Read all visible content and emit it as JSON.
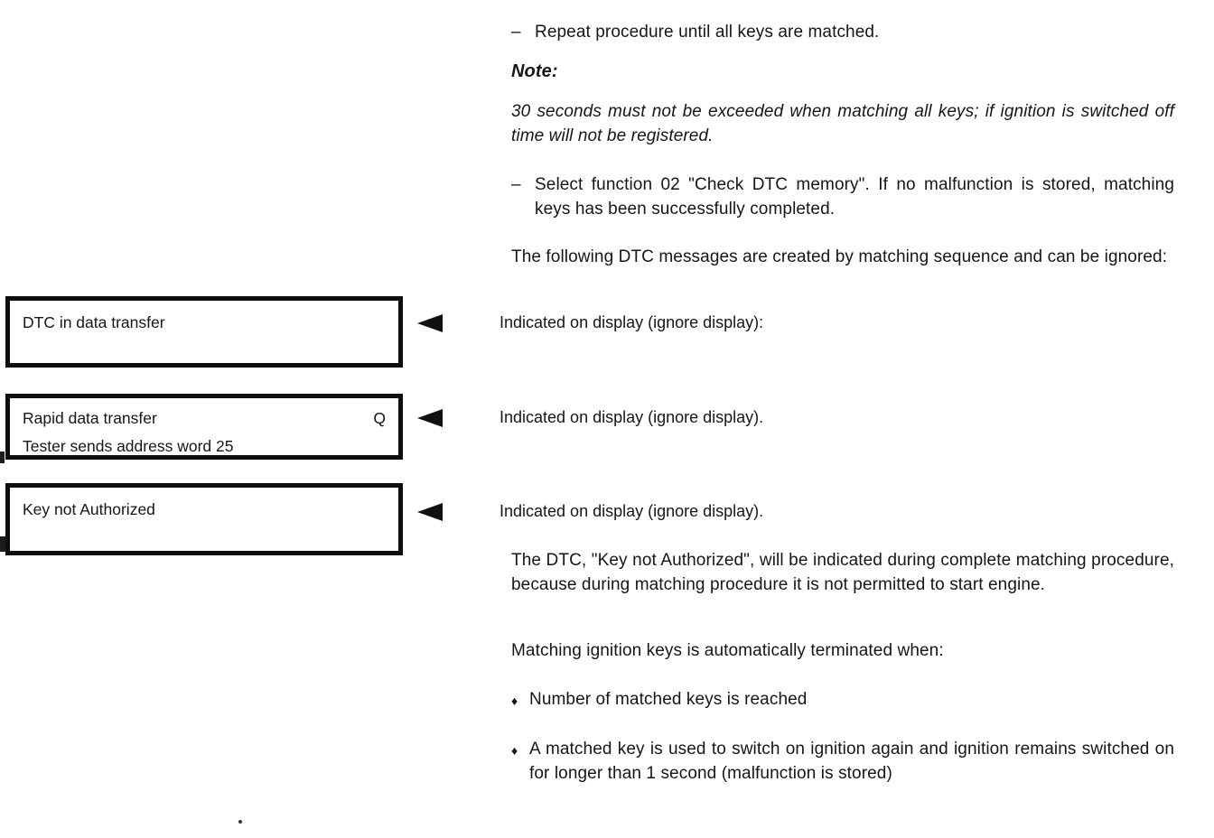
{
  "content": {
    "step_repeat": {
      "marker": "–",
      "text": "Repeat procedure until all keys are matched."
    },
    "note": {
      "label": "Note:",
      "body": "30 seconds must not be exceeded when matching all keys; if ignition is switched off time will not be registered."
    },
    "step_select": {
      "marker": "–",
      "text": "Select function 02 \"Check DTC memory\". If no malfunction is stored, matching keys has been successfully completed."
    },
    "para_dtc_intro": "The following DTC messages are created by matching sequence and can be ignored:",
    "callouts": [
      {
        "text": "Indicated on display (ignore display):"
      },
      {
        "text": "Indicated on display (ignore display)."
      },
      {
        "text": "Indicated on display (ignore display)."
      }
    ],
    "para_key_not_authorized": "The DTC, \"Key not Authorized\", will be indicated during complete matching procedure, because during matching procedure it is not permitted to start engine.",
    "para_terminated": "Matching ignition keys is automatically terminated when:",
    "bullets": [
      {
        "marker": "♦",
        "text": "Number of matched keys is reached"
      },
      {
        "marker": "♦",
        "text": "A matched key is used to switch on ignition again and ignition remains switched on for longer than 1 second (malfunction is stored)"
      }
    ]
  },
  "display_boxes": [
    {
      "line1": "DTC in data transfer"
    },
    {
      "line1": "Rapid data transfer",
      "line1_right": "Q",
      "line2": "Tester sends address word 25"
    },
    {
      "line1": "Key not Authorized"
    }
  ],
  "icons": {
    "callout_marker": "left-pointing-black-triangle"
  },
  "colors": {
    "ink": "#161616",
    "paper": "#ffffff"
  }
}
